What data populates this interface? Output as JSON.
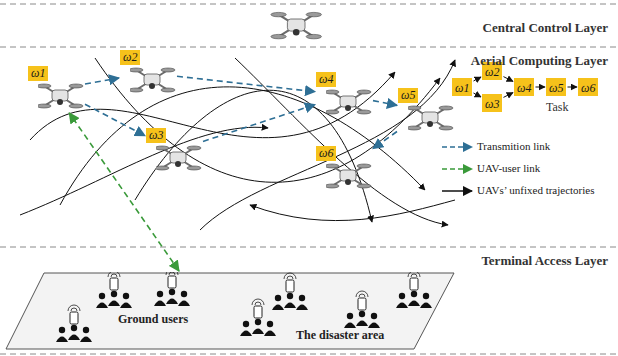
{
  "diagram": {
    "nodes": [
      {
        "text": [
          "ω1"
        ]
      },
      {
        "text": [
          "ω2"
        ]
      },
      {
        "text": [
          "ω3"
        ]
      },
      {
        "text": [
          "ω4"
        ]
      },
      {
        "text": [
          "ω5"
        ]
      },
      {
        "text": [
          "ω6"
        ]
      },
      {
        "text": [
          "ω1"
        ]
      },
      {
        "text": [
          "ω2"
        ]
      },
      {
        "text": [
          "ω3"
        ]
      },
      {
        "text": [
          "ω4"
        ]
      },
      {
        "text": [
          "ω5"
        ]
      },
      {
        "text": [
          "ω6"
        ]
      },
      {
        "text": [
          "Ground users",
          "The disaster area"
        ]
      }
    ],
    "edges": [
      {
        "from": 0,
        "to": 1,
        "arrow": "to"
      },
      {
        "from": 0,
        "to": 2,
        "arrow": "to"
      },
      {
        "from": 1,
        "to": 3,
        "arrow": "to"
      },
      {
        "from": 2,
        "to": 3,
        "arrow": "to"
      },
      {
        "from": 3,
        "to": 4,
        "arrow": "to"
      },
      {
        "from": 4,
        "to": 5,
        "arrow": "to"
      },
      {
        "from": 6,
        "to": 7,
        "arrow": "to"
      },
      {
        "from": 6,
        "to": 8,
        "arrow": "to"
      },
      {
        "from": 7,
        "to": 9,
        "arrow": "to"
      },
      {
        "from": 8,
        "to": 9,
        "arrow": "to"
      },
      {
        "from": 9,
        "to": 10,
        "arrow": "to"
      },
      {
        "from": 10,
        "to": 11,
        "arrow": "to"
      },
      {
        "from": 12,
        "to": 0,
        "arrow": "both"
      }
    ],
    "labels": [
      "Central Control Layer",
      "Aerial Computing Layer",
      "Terminal Access Layer",
      "Task"
    ],
    "legend": [
      {
        "text": "Transmition link"
      },
      {
        "text": "UAV-user link"
      },
      {
        "text": "UAVs’ unfixed trajectories"
      }
    ]
  }
}
